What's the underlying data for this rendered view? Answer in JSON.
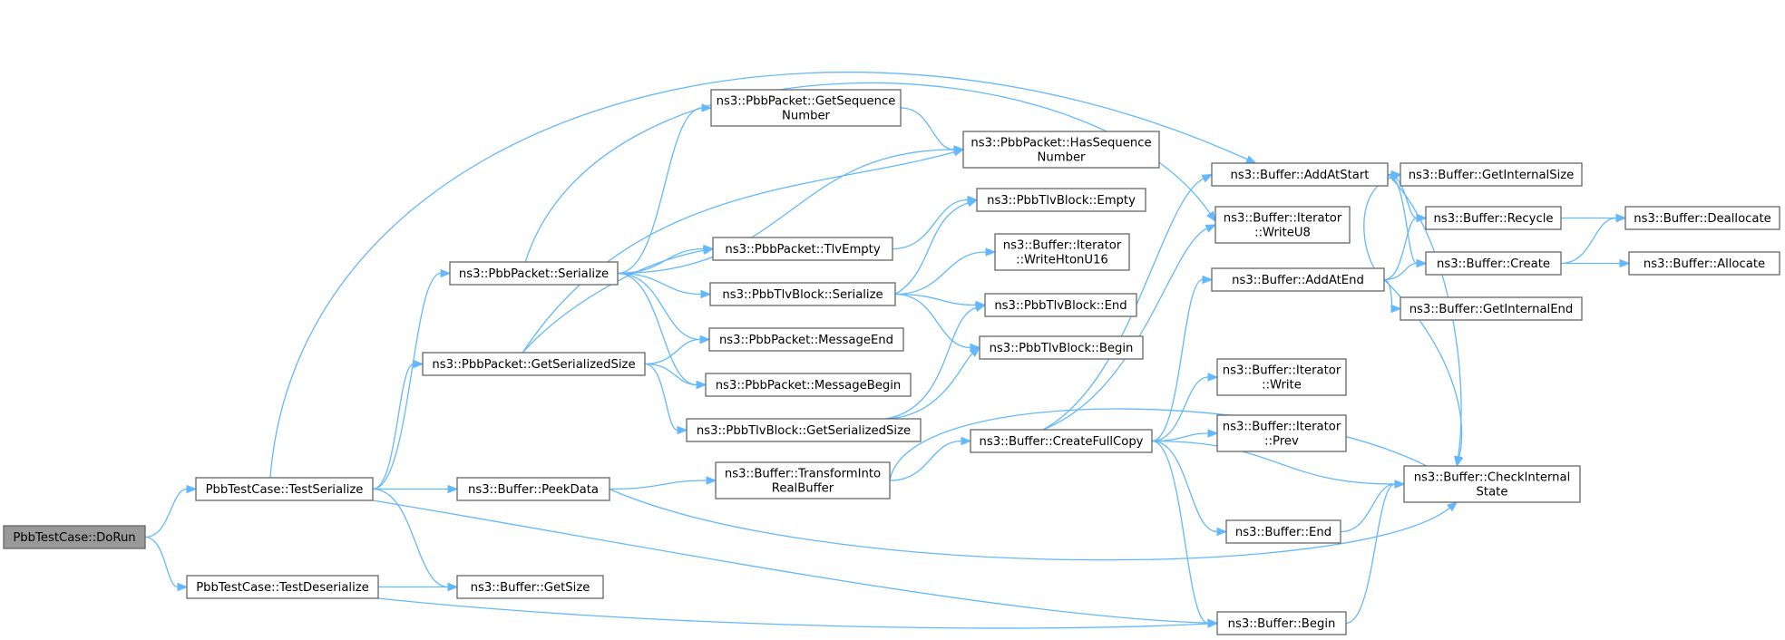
{
  "graph": {
    "title": "",
    "edge_color": "#63b8ff",
    "root_fill": "#999999",
    "node_fill": "#ffffff",
    "node_border": "#666666",
    "nodes": [
      {
        "id": "dorun",
        "lines": [
          "PbbTestCase::DoRun"
        ],
        "root": true
      },
      {
        "id": "testserialize",
        "lines": [
          "PbbTestCase::TestSerialize"
        ]
      },
      {
        "id": "testdeserialize",
        "lines": [
          "PbbTestCase::TestDeserialize"
        ]
      },
      {
        "id": "pkt_serialize",
        "lines": [
          "ns3::PbbPacket::Serialize"
        ]
      },
      {
        "id": "pkt_getserializedsize",
        "lines": [
          "ns3::PbbPacket::GetSerializedSize"
        ]
      },
      {
        "id": "buf_peekdata",
        "lines": [
          "ns3::Buffer::PeekData"
        ]
      },
      {
        "id": "buf_getsize",
        "lines": [
          "ns3::Buffer::GetSize"
        ]
      },
      {
        "id": "pkt_getseqnum",
        "lines": [
          "ns3::PbbPacket::GetSequence",
          "Number"
        ]
      },
      {
        "id": "pkt_hasseqnum",
        "lines": [
          "ns3::PbbPacket::HasSequence",
          "Number"
        ]
      },
      {
        "id": "pkt_tlvempty",
        "lines": [
          "ns3::PbbPacket::TlvEmpty"
        ]
      },
      {
        "id": "tlvb_serialize",
        "lines": [
          "ns3::PbbTlvBlock::Serialize"
        ]
      },
      {
        "id": "pkt_messageend",
        "lines": [
          "ns3::PbbPacket::MessageEnd"
        ]
      },
      {
        "id": "pkt_messagebegin",
        "lines": [
          "ns3::PbbPacket::MessageBegin"
        ]
      },
      {
        "id": "tlvb_getserializedsize",
        "lines": [
          "ns3::PbbTlvBlock::GetSerializedSize"
        ]
      },
      {
        "id": "buf_transform",
        "lines": [
          "ns3::Buffer::TransformInto",
          "RealBuffer"
        ]
      },
      {
        "id": "tlvb_empty",
        "lines": [
          "ns3::PbbTlvBlock::Empty"
        ]
      },
      {
        "id": "it_writehtonu16",
        "lines": [
          "ns3::Buffer::Iterator",
          "::WriteHtonU16"
        ]
      },
      {
        "id": "tlvb_end",
        "lines": [
          "ns3::PbbTlvBlock::End"
        ]
      },
      {
        "id": "tlvb_begin",
        "lines": [
          "ns3::PbbTlvBlock::Begin"
        ]
      },
      {
        "id": "buf_createfullcopy",
        "lines": [
          "ns3::Buffer::CreateFullCopy"
        ]
      },
      {
        "id": "buf_addatstart",
        "lines": [
          "ns3::Buffer::AddAtStart"
        ]
      },
      {
        "id": "it_writeu8",
        "lines": [
          "ns3::Buffer::Iterator",
          "::WriteU8"
        ]
      },
      {
        "id": "buf_addatend",
        "lines": [
          "ns3::Buffer::AddAtEnd"
        ]
      },
      {
        "id": "it_write",
        "lines": [
          "ns3::Buffer::Iterator",
          "::Write"
        ]
      },
      {
        "id": "it_prev",
        "lines": [
          "ns3::Buffer::Iterator",
          "::Prev"
        ]
      },
      {
        "id": "buf_end",
        "lines": [
          "ns3::Buffer::End"
        ]
      },
      {
        "id": "buf_begin",
        "lines": [
          "ns3::Buffer::Begin"
        ]
      },
      {
        "id": "buf_getinternalsize",
        "lines": [
          "ns3::Buffer::GetInternalSize"
        ]
      },
      {
        "id": "buf_recycle",
        "lines": [
          "ns3::Buffer::Recycle"
        ]
      },
      {
        "id": "buf_create",
        "lines": [
          "ns3::Buffer::Create"
        ]
      },
      {
        "id": "buf_getinternalend",
        "lines": [
          "ns3::Buffer::GetInternalEnd"
        ]
      },
      {
        "id": "buf_checkinternalstate",
        "lines": [
          "ns3::Buffer::CheckInternal",
          "State"
        ]
      },
      {
        "id": "buf_deallocate",
        "lines": [
          "ns3::Buffer::Deallocate"
        ]
      },
      {
        "id": "buf_allocate",
        "lines": [
          "ns3::Buffer::Allocate"
        ]
      }
    ],
    "edges": [
      {
        "from": "dorun",
        "to": "testserialize"
      },
      {
        "from": "dorun",
        "to": "testdeserialize"
      },
      {
        "from": "testserialize",
        "to": "pkt_serialize"
      },
      {
        "from": "testserialize",
        "to": "pkt_getserializedsize"
      },
      {
        "from": "testserialize",
        "to": "buf_peekdata"
      },
      {
        "from": "testserialize",
        "to": "buf_getsize"
      },
      {
        "from": "testserialize",
        "to": "buf_addatstart"
      },
      {
        "from": "testserialize",
        "to": "buf_begin"
      },
      {
        "from": "testdeserialize",
        "to": "buf_getsize"
      },
      {
        "from": "testdeserialize",
        "to": "buf_begin"
      },
      {
        "from": "pkt_serialize",
        "to": "pkt_getseqnum"
      },
      {
        "from": "pkt_serialize",
        "to": "pkt_hasseqnum"
      },
      {
        "from": "pkt_serialize",
        "to": "pkt_tlvempty"
      },
      {
        "from": "pkt_serialize",
        "to": "tlvb_serialize"
      },
      {
        "from": "pkt_serialize",
        "to": "pkt_messageend"
      },
      {
        "from": "pkt_serialize",
        "to": "pkt_messagebegin"
      },
      {
        "from": "pkt_serialize",
        "to": "it_writeu8"
      },
      {
        "from": "pkt_getserializedsize",
        "to": "pkt_hasseqnum"
      },
      {
        "from": "pkt_getserializedsize",
        "to": "pkt_tlvempty"
      },
      {
        "from": "pkt_getserializedsize",
        "to": "pkt_messageend"
      },
      {
        "from": "pkt_getserializedsize",
        "to": "pkt_messagebegin"
      },
      {
        "from": "pkt_getserializedsize",
        "to": "tlvb_getserializedsize"
      },
      {
        "from": "pkt_getseqnum",
        "to": "pkt_hasseqnum"
      },
      {
        "from": "pkt_tlvempty",
        "to": "tlvb_empty"
      },
      {
        "from": "tlvb_serialize",
        "to": "tlvb_empty"
      },
      {
        "from": "tlvb_serialize",
        "to": "it_writehtonu16"
      },
      {
        "from": "tlvb_serialize",
        "to": "tlvb_end"
      },
      {
        "from": "tlvb_serialize",
        "to": "tlvb_begin"
      },
      {
        "from": "tlvb_getserializedsize",
        "to": "tlvb_end"
      },
      {
        "from": "tlvb_getserializedsize",
        "to": "tlvb_begin"
      },
      {
        "from": "buf_peekdata",
        "to": "buf_transform"
      },
      {
        "from": "buf_peekdata",
        "to": "buf_checkinternalstate"
      },
      {
        "from": "buf_transform",
        "to": "buf_createfullcopy"
      },
      {
        "from": "buf_transform",
        "to": "buf_checkinternalstate"
      },
      {
        "from": "buf_createfullcopy",
        "to": "buf_addatstart"
      },
      {
        "from": "buf_createfullcopy",
        "to": "it_writeu8"
      },
      {
        "from": "buf_createfullcopy",
        "to": "buf_addatend"
      },
      {
        "from": "buf_createfullcopy",
        "to": "it_write"
      },
      {
        "from": "buf_createfullcopy",
        "to": "it_prev"
      },
      {
        "from": "buf_createfullcopy",
        "to": "buf_checkinternalstate"
      },
      {
        "from": "buf_createfullcopy",
        "to": "buf_end"
      },
      {
        "from": "buf_createfullcopy",
        "to": "buf_begin"
      },
      {
        "from": "buf_addatstart",
        "to": "buf_getinternalsize"
      },
      {
        "from": "buf_addatstart",
        "to": "buf_recycle"
      },
      {
        "from": "buf_addatstart",
        "to": "buf_create"
      },
      {
        "from": "buf_addatstart",
        "to": "buf_checkinternalstate"
      },
      {
        "from": "buf_addatend",
        "to": "buf_getinternalsize"
      },
      {
        "from": "buf_addatend",
        "to": "buf_recycle"
      },
      {
        "from": "buf_addatend",
        "to": "buf_create"
      },
      {
        "from": "buf_addatend",
        "to": "buf_getinternalend"
      },
      {
        "from": "buf_addatend",
        "to": "buf_checkinternalstate"
      },
      {
        "from": "buf_recycle",
        "to": "buf_deallocate"
      },
      {
        "from": "buf_create",
        "to": "buf_deallocate"
      },
      {
        "from": "buf_create",
        "to": "buf_allocate"
      },
      {
        "from": "buf_end",
        "to": "buf_checkinternalstate"
      },
      {
        "from": "buf_begin",
        "to": "buf_checkinternalstate"
      }
    ]
  }
}
